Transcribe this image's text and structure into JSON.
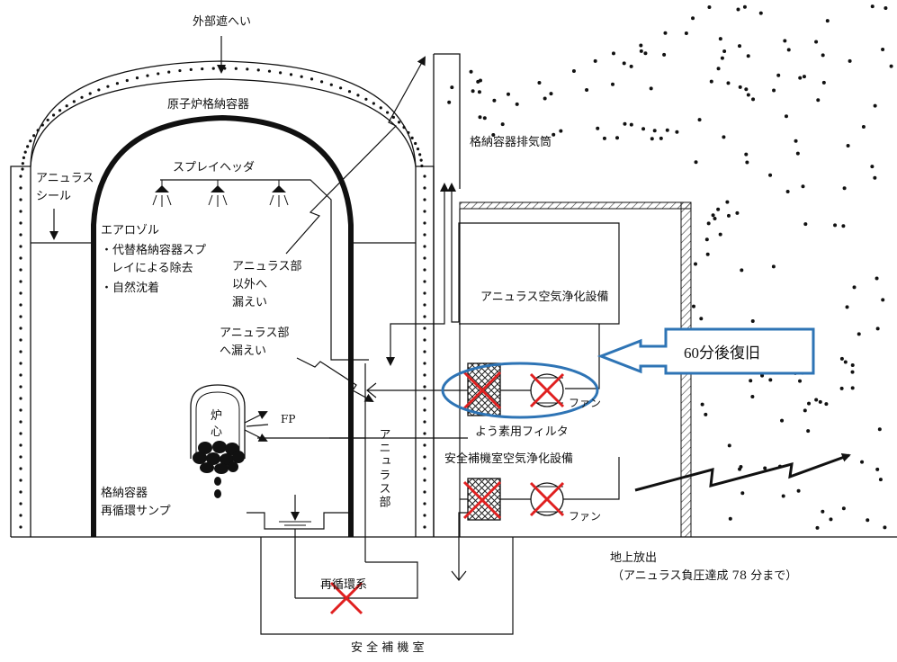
{
  "labels": {
    "outer_wall": "外部遮へい",
    "containment_vessel": "原子炉格納容器",
    "exhaust_stack": "格納容器排気筒",
    "annulus_seal_1": "アニュラス",
    "annulus_seal_2": "シール",
    "spray_header": "スプレイヘッダ",
    "aerosol_title": "エアロゾル",
    "aerosol_item1_a": "・代替格納容器スプ",
    "aerosol_item1_b": "レイによる除去",
    "aerosol_item2": "・自然沈着",
    "leak_outside_1": "アニュラス部",
    "leak_outside_2": "以外へ",
    "leak_outside_3": "漏えい",
    "leak_annulus_1": "アニュラス部",
    "leak_annulus_2": "へ漏えい",
    "core_1": "炉",
    "core_2": "心",
    "fp": "FP",
    "annulus_vertical": "アニュラス部",
    "sump_1": "格納容器",
    "sump_2": "再循環サンプ",
    "annulus_cleanup": "アニュラス空気浄化設備",
    "fan_top": "ファン",
    "iodine_filter": "よう素用フィルタ",
    "aux_cleanup": "安全補機室空気浄化設備",
    "fan_bottom": "ファン",
    "recirc_system": "再循環系",
    "aux_room": "安 全 補 機 室",
    "ground_release": "地上放出",
    "ground_release_note": "（アニュラス負圧達成 78 分まで）"
  },
  "callout": {
    "text": "60分後復旧",
    "color": "#2e74b5"
  },
  "colors": {
    "cross_mark": "#e02020",
    "line": "#111111"
  },
  "icons": [
    "spray-nozzle-icon",
    "filter-icon",
    "fan-icon",
    "failed-cross-icon",
    "release-arrow-icon"
  ]
}
